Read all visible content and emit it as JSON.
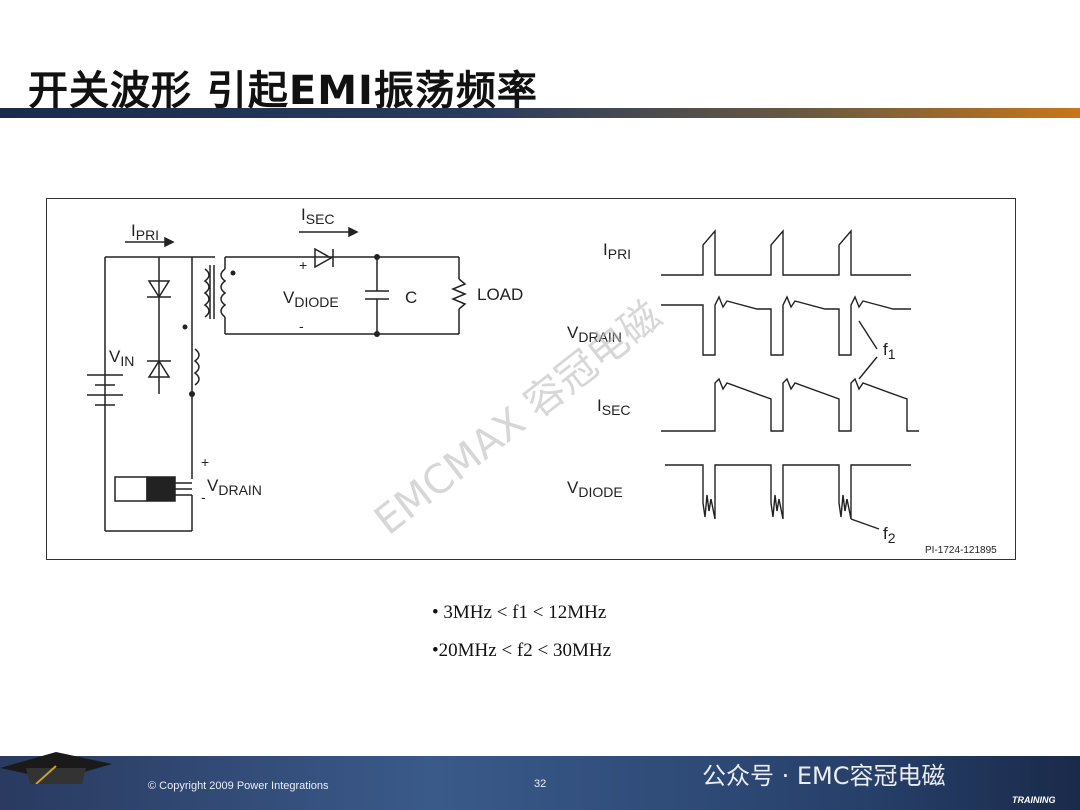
{
  "slide": {
    "title": "开关波形 引起EMI振荡频率",
    "page_number": "32"
  },
  "figure": {
    "circuit_labels": {
      "i_pri": "I",
      "i_pri_sub": "PRI",
      "i_sec": "I",
      "i_sec_sub": "SEC",
      "v_diode": "V",
      "v_diode_sub": "DIODE",
      "cap": "C",
      "load": "LOAD",
      "v_in": "V",
      "v_in_sub": "IN",
      "v_drain": "V",
      "v_drain_sub": "DRAIN",
      "plus": "+",
      "minus": "-"
    },
    "waveform_labels": {
      "i_pri": "I",
      "i_pri_sub": "PRI",
      "v_drain": "V",
      "v_drain_sub": "DRAIN",
      "i_sec": "I",
      "i_sec_sub": "SEC",
      "v_diode": "V",
      "v_diode_sub": "DIODE",
      "f1": "f",
      "f1_sub": "1",
      "f2": "f",
      "f2_sub": "2"
    },
    "figure_id": "PI-1724-121895",
    "watermark": "EMCMAX 容冠电磁"
  },
  "bullets": [
    "• 3MHz < f1 < 12MHz",
    "•20MHz < f2 < 30MHz"
  ],
  "footer": {
    "copyright": "© Copyright 2009 Power Integrations",
    "wechat": "公众号 · EMC容冠电磁",
    "training": "TRAINING"
  },
  "colors": {
    "title_bar_left": "#1a2a4a",
    "title_bar_right": "#c8761a",
    "footer_bg": "#2a3a60"
  }
}
